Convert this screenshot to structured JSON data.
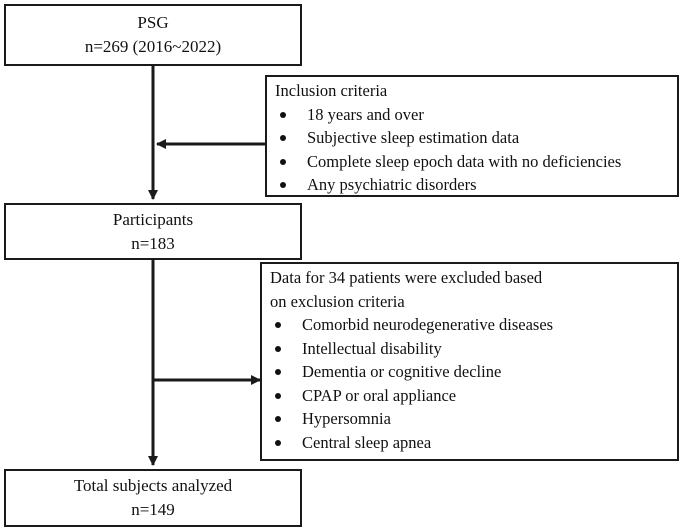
{
  "flowchart": {
    "psg_box": {
      "title": "PSG",
      "subtitle": "n=269 (2016~2022)"
    },
    "inclusion_box": {
      "heading": "Inclusion criteria",
      "items": [
        "18 years and over",
        "Subjective sleep estimation data",
        "Complete sleep epoch data with no deficiencies",
        "Any psychiatric disorders"
      ]
    },
    "participants_box": {
      "title": "Participants",
      "subtitle": "n=183"
    },
    "exclusion_box": {
      "heading_line1": "Data for 34 patients  were excluded based",
      "heading_line2": "on exclusion criteria",
      "items": [
        "Comorbid neurodegenerative diseases",
        "Intellectual disability",
        "Dementia or cognitive decline",
        "CPAP or oral appliance",
        "Hypersomnia",
        "Central sleep apnea"
      ]
    },
    "total_box": {
      "title": "Total subjects analyzed",
      "subtitle": "n=149"
    }
  }
}
